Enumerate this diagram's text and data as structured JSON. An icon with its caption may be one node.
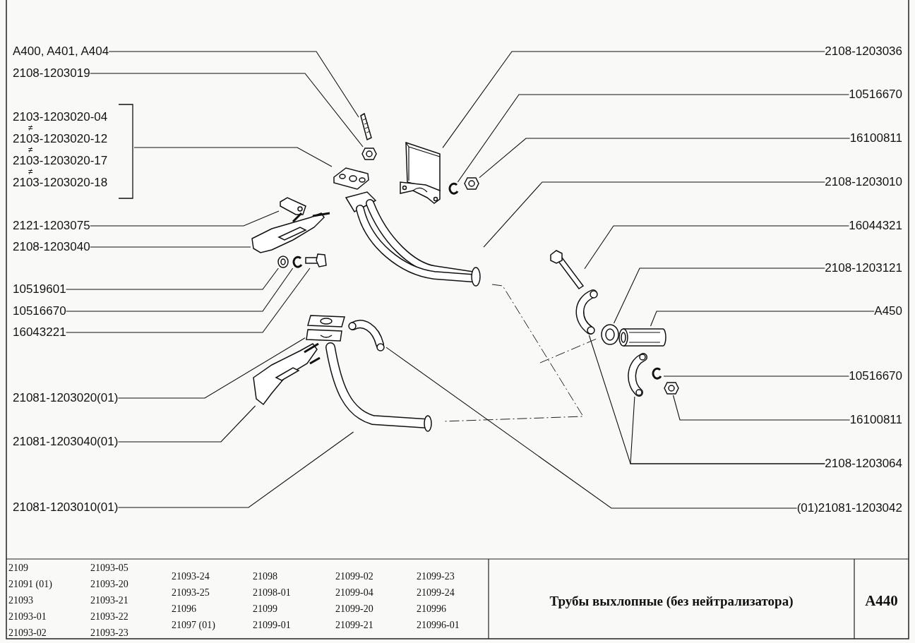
{
  "diagram": {
    "title": "Трубы выхлопные (без нейтрализатора)",
    "nodes": [
      {
        "text": [
          "A400, A401, A404"
        ]
      },
      {
        "text": [
          "2108-1203019"
        ]
      },
      {
        "text": [
          "2103-1203020-04",
          "≠",
          "2103-1203020-12",
          "≠",
          "2103-1203020-17",
          "≠",
          "2103-1203020-18"
        ]
      },
      {
        "text": [
          "2121-1203075"
        ]
      },
      {
        "text": [
          "2108-1203040"
        ]
      },
      {
        "text": [
          "10519601"
        ]
      },
      {
        "text": [
          "10516670"
        ]
      },
      {
        "text": [
          "16043221"
        ]
      },
      {
        "text": [
          "21081-1203020(01)"
        ]
      },
      {
        "text": [
          "21081-1203040(01)"
        ]
      },
      {
        "text": [
          "21081-1203010(01)"
        ]
      },
      {
        "text": [
          "2108-1203036"
        ]
      },
      {
        "text": [
          "10516670"
        ]
      },
      {
        "text": [
          "16100811"
        ]
      },
      {
        "text": [
          "2108-1203010"
        ]
      },
      {
        "text": [
          "16044321"
        ]
      },
      {
        "text": [
          "2108-1203121"
        ]
      },
      {
        "text": [
          "A450"
        ]
      },
      {
        "text": [
          "10516670"
        ]
      },
      {
        "text": [
          "16100811"
        ]
      },
      {
        "text": [
          "2108-1203064"
        ]
      },
      {
        "text": [
          "(01)21081-1203042"
        ]
      },
      {
        "text": [],
        "shape": "picture"
      },
      {
        "text": [],
        "shape": "picture"
      },
      {
        "text": [],
        "shape": "picture"
      },
      {
        "text": [],
        "shape": "picture"
      },
      {
        "text": [],
        "shape": "picture"
      },
      {
        "text": [],
        "shape": "picture"
      },
      {
        "text": [],
        "shape": "picture"
      },
      {
        "text": [],
        "shape": "picture"
      },
      {
        "text": [],
        "shape": "picture"
      },
      {
        "text": [],
        "shape": "picture"
      },
      {
        "text": [],
        "shape": "picture"
      },
      {
        "text": [],
        "shape": "picture"
      },
      {
        "text": [],
        "shape": "picture"
      },
      {
        "text": [],
        "shape": "picture"
      },
      {
        "text": [],
        "shape": "picture"
      },
      {
        "text": [],
        "shape": "picture"
      },
      {
        "text": [],
        "shape": "picture"
      },
      {
        "text": [],
        "shape": "picture"
      },
      {
        "text": [],
        "shape": "picture"
      },
      {
        "text": [],
        "shape": "picture"
      },
      {
        "text": [],
        "shape": "picture"
      },
      {
        "text": [],
        "shape": "picture"
      },
      {
        "text": [],
        "shape": "picture"
      }
    ],
    "edges": [
      {
        "from": 0,
        "to": 22,
        "arrow": "none"
      },
      {
        "from": 1,
        "to": 23,
        "arrow": "none"
      },
      {
        "from": 2,
        "to": 24,
        "arrow": "none"
      },
      {
        "from": 3,
        "to": 25,
        "arrow": "none"
      },
      {
        "from": 4,
        "to": 26,
        "arrow": "none"
      },
      {
        "from": 5,
        "to": 27,
        "arrow": "none"
      },
      {
        "from": 6,
        "to": 28,
        "arrow": "none"
      },
      {
        "from": 7,
        "to": 29,
        "arrow": "none"
      },
      {
        "from": 8,
        "to": 30,
        "arrow": "none"
      },
      {
        "from": 9,
        "to": 31,
        "arrow": "none"
      },
      {
        "from": 10,
        "to": 32,
        "arrow": "none"
      },
      {
        "from": 11,
        "to": 34,
        "arrow": "none"
      },
      {
        "from": 12,
        "to": 35,
        "arrow": "none"
      },
      {
        "from": 13,
        "to": 36,
        "arrow": "none"
      },
      {
        "from": 14,
        "to": 37,
        "arrow": "none"
      },
      {
        "from": 15,
        "to": 38,
        "arrow": "none"
      },
      {
        "from": 16,
        "to": 40,
        "arrow": "none"
      },
      {
        "from": 17,
        "to": 41,
        "arrow": "none"
      },
      {
        "from": 18,
        "to": 43,
        "arrow": "none"
      },
      {
        "from": 19,
        "to": 44,
        "arrow": "none"
      },
      {
        "from": 20,
        "to": 39,
        "arrow": "none"
      },
      {
        "from": 20,
        "to": 42,
        "arrow": "none"
      },
      {
        "from": 21,
        "to": 33,
        "arrow": "none"
      }
    ],
    "labels": [
      "2109",
      "21093-05",
      "21093-24",
      "21098",
      "21099-02",
      "21099-23",
      "21091 (01)",
      "21093-20",
      "21093-25",
      "21098-01",
      "21099-04",
      "21099-24",
      "21093",
      "21093-21",
      "21096",
      "21099",
      "21099-20",
      "210996",
      "21093-01",
      "21093-22",
      "21097 (01)",
      "21099-01",
      "21099-21",
      "210996-01",
      "21093-02",
      "21093-23",
      "A440"
    ]
  }
}
